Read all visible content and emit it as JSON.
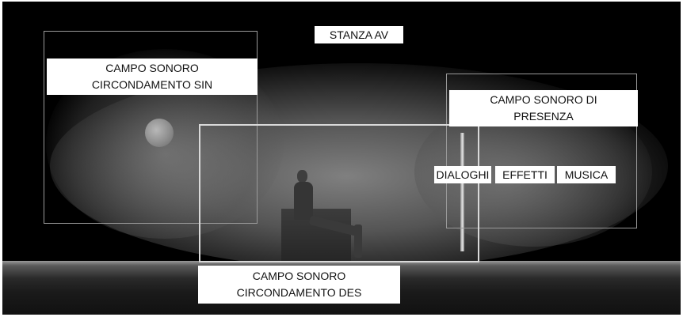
{
  "diagram": {
    "room_label": "STANZA AV",
    "left_field": {
      "line1": "CAMPO SONORO",
      "line2": "CIRCONDAMENTO SIN"
    },
    "right_field": {
      "line1": "CAMPO SONORO DI",
      "line2": "PRESENZA"
    },
    "bottom_field": {
      "line1": "CAMPO SONORO",
      "line2": "CIRCONDAMENTO DES"
    },
    "channels": [
      "DIALOGHI",
      "EFFETTI",
      "MUSICA"
    ]
  }
}
